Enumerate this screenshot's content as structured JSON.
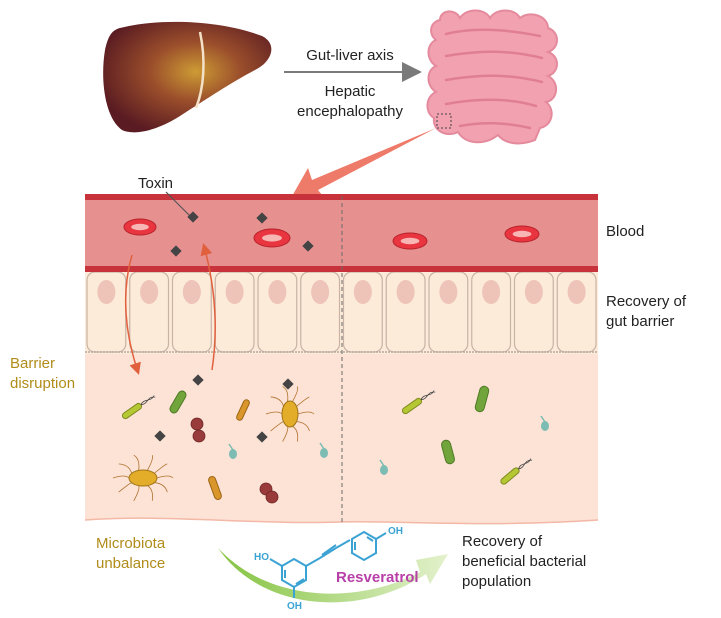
{
  "labels": {
    "gut_liver_axis": "Gut-liver axis",
    "hepatic_line1": "Hepatic",
    "hepatic_line2": "encephalopathy",
    "toxin": "Toxin",
    "blood": "Blood",
    "recovery_barrier_line1": "Recovery of",
    "recovery_barrier_line2": "gut barrier",
    "barrier_line1": "Barrier",
    "barrier_line2": "disruption",
    "microbiota_line1": "Microbiota",
    "microbiota_line2": "unbalance",
    "recovery_bacteria_line1": "Recovery of",
    "recovery_bacteria_line2": "beneficial bacterial",
    "recovery_bacteria_line3": "population",
    "resveratrol": "Resveratrol",
    "oh_top": "OH",
    "oh_left": "HO",
    "oh_bottom": "OH"
  },
  "colors": {
    "blood_vessel": "#e6918f",
    "vessel_wall": "#c8323a",
    "epithelial_cell": "#fcebd8",
    "cell_nucleus": "#eec3b8",
    "lumen": "#fde3d6",
    "intestine": "#f2a1b1",
    "liver_center": "#c8952f",
    "liver_edge": "#5e1d22",
    "arrow_salmon": "#ee7a6a",
    "resveratrol_text": "#b83fa8",
    "molecule_line": "#3ba3d4",
    "label_gold": "#b08c1a",
    "gradient_arrow_start": "#8cc63f",
    "gradient_arrow_end": "#e1f0c8"
  }
}
